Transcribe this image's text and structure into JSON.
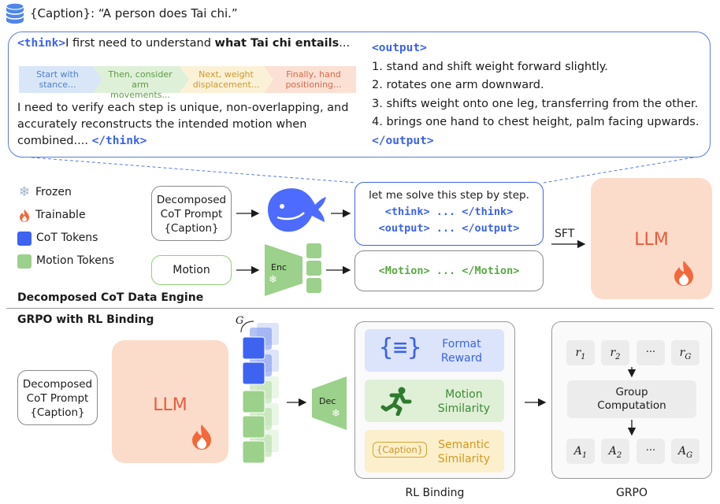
{
  "caption": {
    "text": "{Caption}: “A person does Tai chi.”",
    "icon": "database-icon"
  },
  "bubble": {
    "think_open": "<think>",
    "intro_plain": "I first need to understand ",
    "intro_bold": "what Tai chi entails",
    "intro_tail": "...",
    "steps": [
      {
        "line1": "Start with",
        "line2": "stance...",
        "color": "#d8e6f8",
        "text_color": "#4f7fc7"
      },
      {
        "line1": "Then, consider",
        "line2": "arm movements...",
        "color": "#dff0d8",
        "text_color": "#5b9a45"
      },
      {
        "line1": "Next, weight",
        "line2": "displacement...",
        "color": "#fbf1d6",
        "text_color": "#c99a2e"
      },
      {
        "line1": "Finally, hand",
        "line2": "positioning...",
        "color": "#fbe0d4",
        "text_color": "#d8694a"
      }
    ],
    "verify_line1": "I need to verify each step is unique, non-overlapping, and",
    "verify_line2": "accurately reconstructs the intended motion when",
    "verify_line3": "combined....",
    "think_close": "</think>",
    "output_open": "<output>",
    "outputs": [
      "1. stand and shift weight forward slightly.",
      "2. rotates one arm downward.",
      "3. shifts weight onto one leg, transferring from the other.",
      "4. brings one hand to chest height, palm facing upwards."
    ],
    "output_close": "</output>"
  },
  "legend": {
    "frozen": "Frozen",
    "trainable": "Trainable",
    "cot_tokens": "CoT Tokens",
    "motion_tokens": "Motion Tokens",
    "cot_color": "#3d63f0",
    "motion_color": "#9bd18a"
  },
  "engine": {
    "prompt_line1": "Decomposed",
    "prompt_line2": "CoT Prompt",
    "prompt_line3": "{Caption}",
    "motion_label": "Motion",
    "enc_label": "Enc",
    "reasoning_line1": "let me solve this step by step.",
    "reasoning_line2": "<think> ... </think>",
    "reasoning_line3": "<output> ... </output>",
    "motion_output": "<Motion> ... </Motion>",
    "sft_label": "SFT",
    "llm_label": "LLM",
    "title": "Decomposed CoT Data Engine"
  },
  "grpo": {
    "title": "GRPO with RL Binding",
    "prompt_line1": "Decomposed",
    "prompt_line2": "CoT Prompt",
    "prompt_line3": "{Caption}",
    "llm_label": "LLM",
    "group_label": "G",
    "dec_label": "Dec",
    "rewards": {
      "format_line1": "Format",
      "format_line2": "Reward",
      "motion_line1": "Motion",
      "motion_line2": "Similarity",
      "semantic_line1": "Semantic",
      "semantic_line2": "Similarity",
      "caption_tag": "{Caption}"
    },
    "rl_binding_label": "RL Binding",
    "r_top": [
      "r",
      "r",
      "···",
      "r"
    ],
    "r_sub": [
      "1",
      "2",
      "",
      "G"
    ],
    "group_computation_line1": "Group",
    "group_computation_line2": "Computation",
    "a_bottom": [
      "A",
      "A",
      "···",
      "A"
    ],
    "a_sub": [
      "1",
      "2",
      "",
      "G"
    ],
    "grpo_label": "GRPO"
  }
}
